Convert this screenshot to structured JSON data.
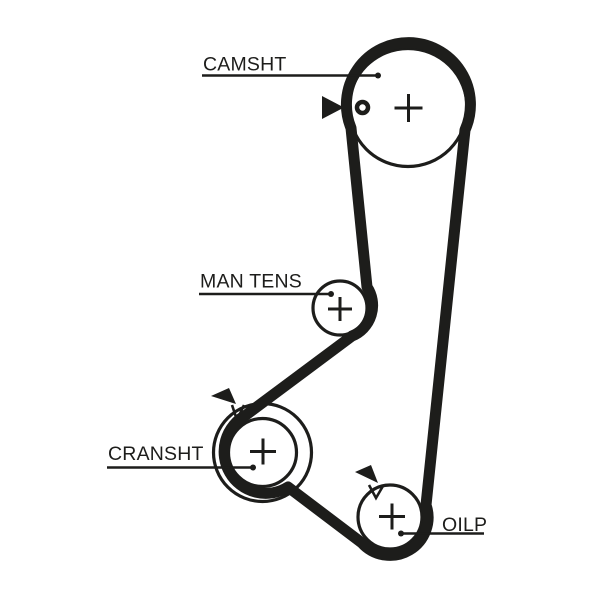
{
  "diagram": {
    "type": "timing-belt-routing-diagram",
    "colors": {
      "ink": "#1d1d1b",
      "background": "#ffffff"
    },
    "labels": {
      "camshaft": "CAMSHT",
      "manual_tensioner": "MAN TENS",
      "crankshaft": "CRANSHT",
      "oil_pump": "OILP"
    },
    "icons": {
      "direction_arrow": "filled-triangle",
      "timing_mark": "small-ring",
      "center_mark": "plus-crosshair",
      "alignment_notch": "v-notch"
    }
  }
}
